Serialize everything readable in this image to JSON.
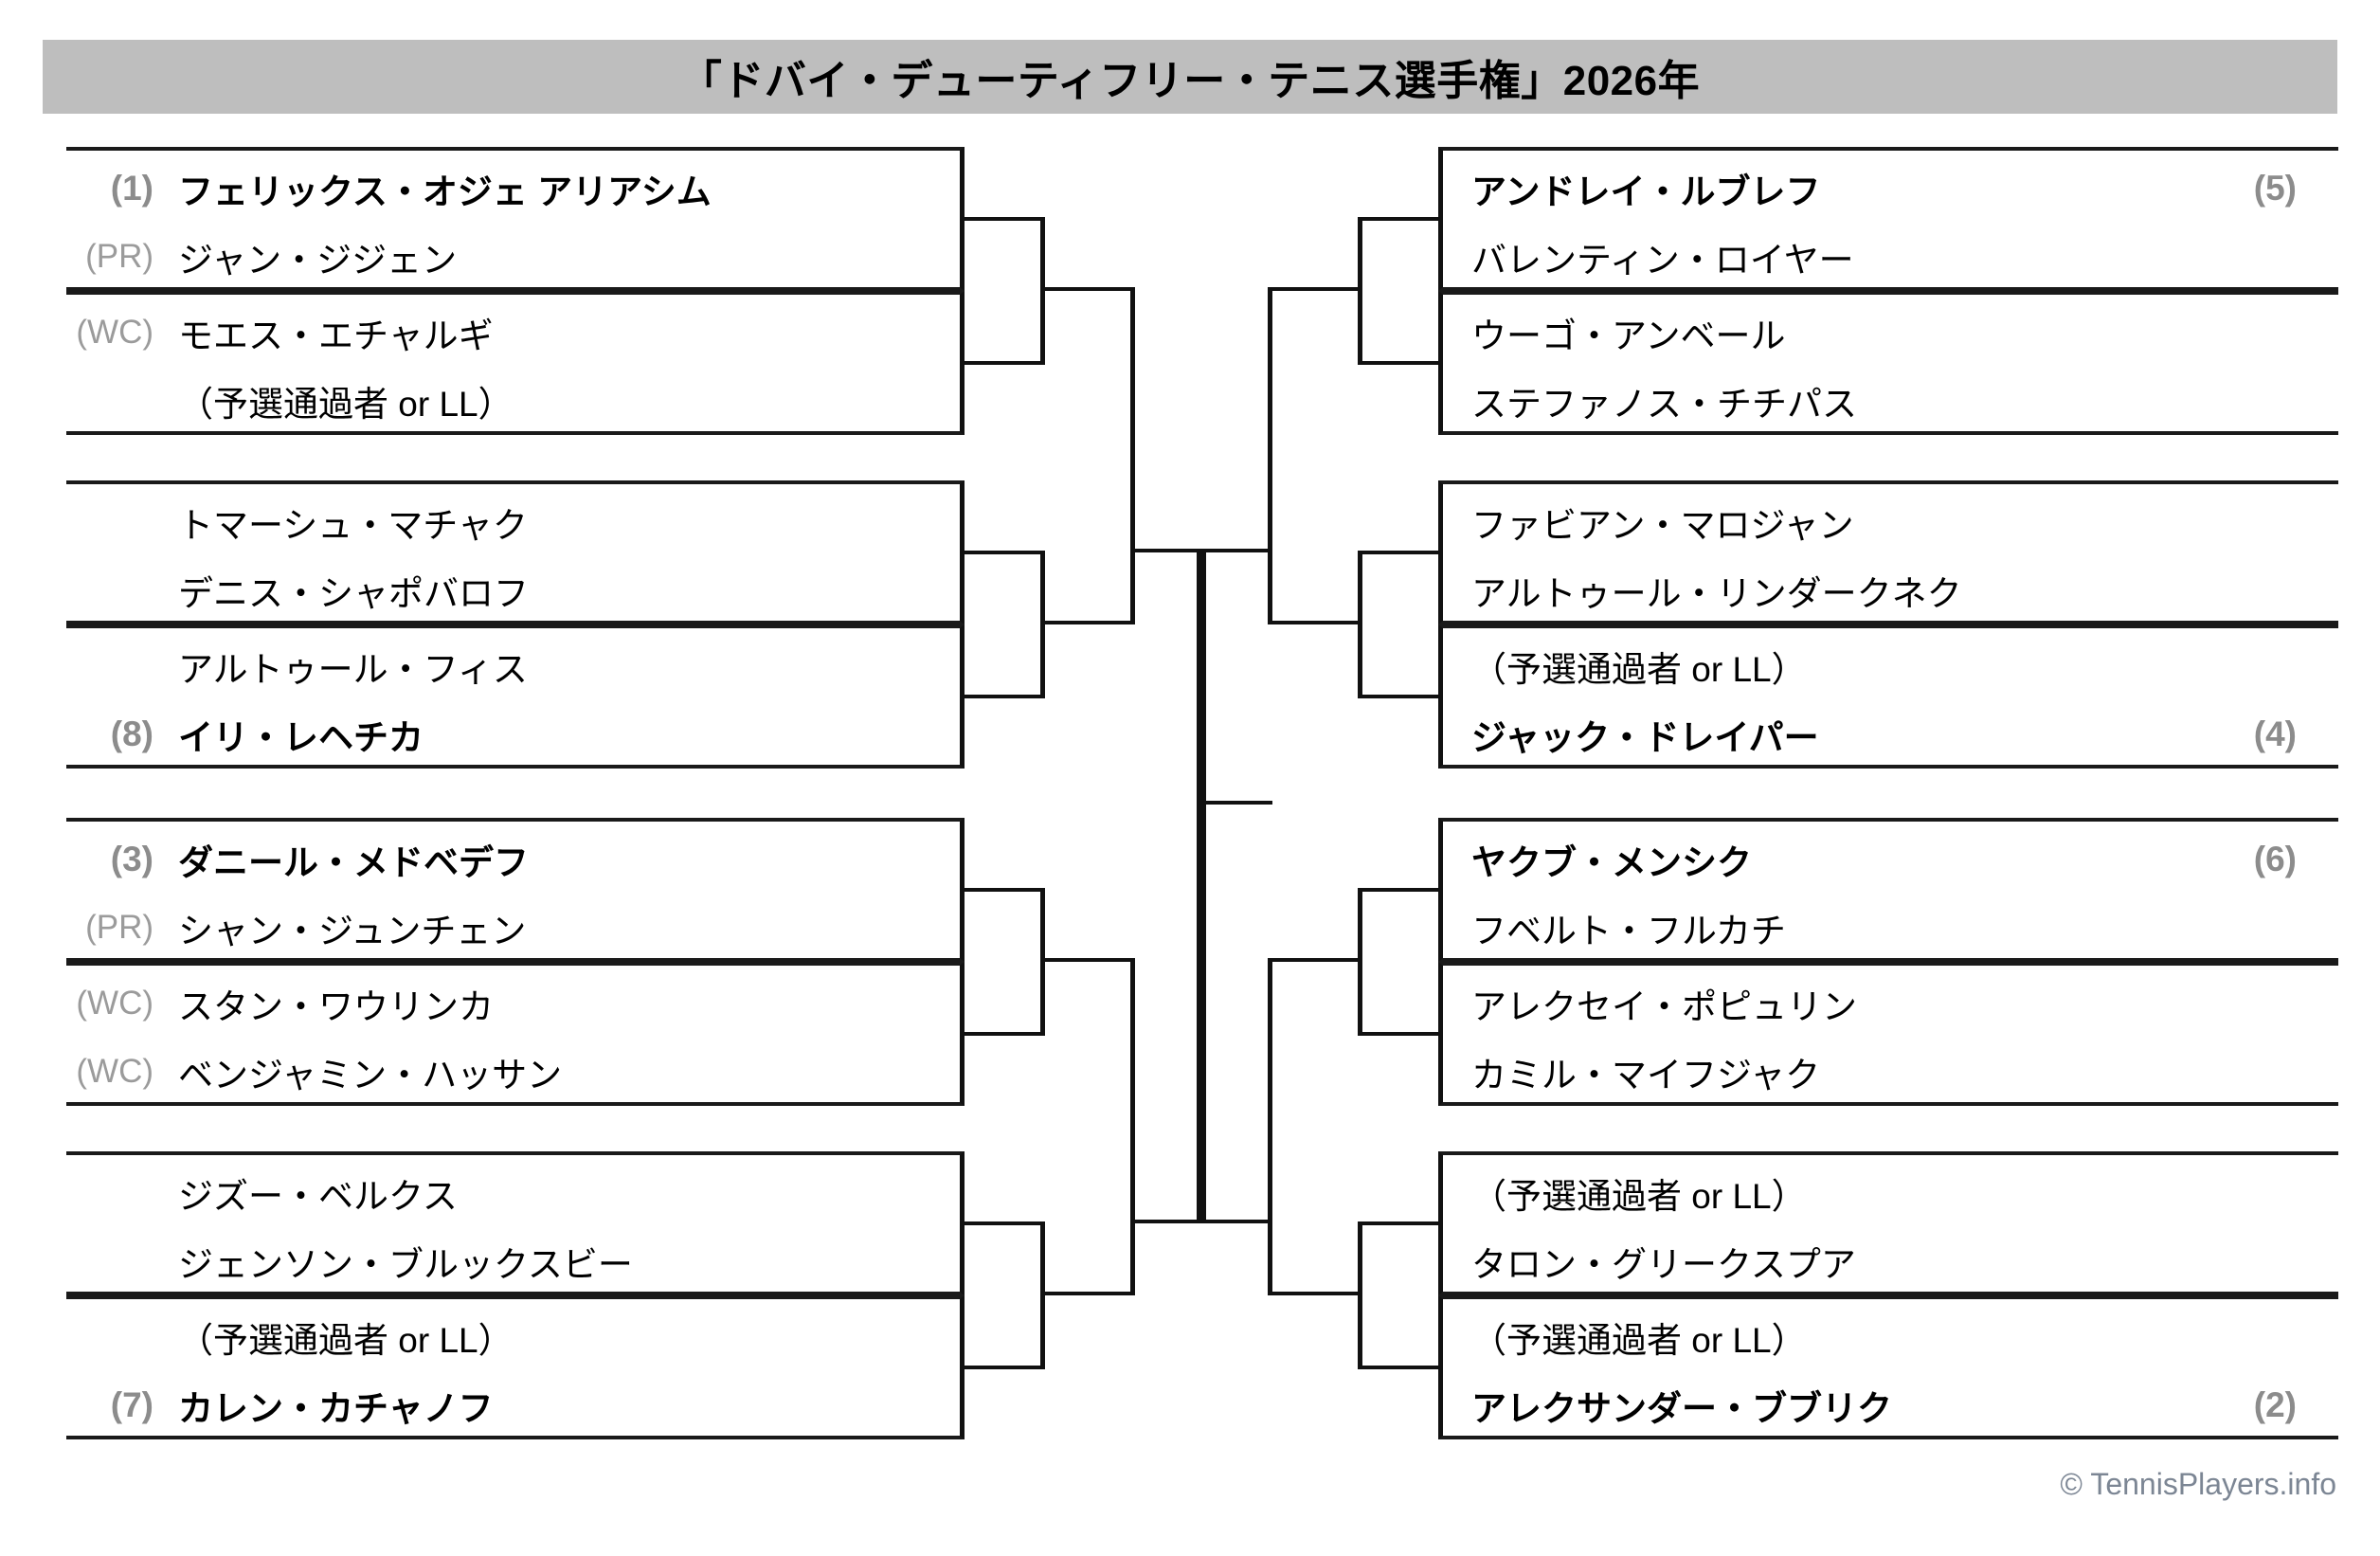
{
  "header": {
    "title": "「ドバイ・デューティフリー・テニス選手権」2026年",
    "bar_color": "#bebebe"
  },
  "footer": {
    "copyright": "© TennisPlayers.info"
  },
  "colors": {
    "line": "#111111",
    "seed_gray": "#8c8c8c",
    "status_gray": "#9b9b9b",
    "footer_gray": "#7c8694"
  },
  "bracket": {
    "left": [
      {
        "match": 1,
        "p1": {
          "seed": "(1)",
          "status": "",
          "name": "フェリックス・オジェ アリアシム",
          "bold": true
        },
        "p2": {
          "seed": "",
          "status": "(PR)",
          "name": "ジャン・ジジェン",
          "bold": false
        }
      },
      {
        "match": 2,
        "p1": {
          "seed": "",
          "status": "(WC)",
          "name": "モエス・エチャルギ",
          "bold": false
        },
        "p2": {
          "seed": "",
          "status": "",
          "name": "（予選通過者 or LL）",
          "bold": false
        }
      },
      {
        "match": 3,
        "p1": {
          "seed": "",
          "status": "",
          "name": "トマーシュ・マチャク",
          "bold": false
        },
        "p2": {
          "seed": "",
          "status": "",
          "name": "デニス・シャポバロフ",
          "bold": false
        }
      },
      {
        "match": 4,
        "p1": {
          "seed": "",
          "status": "",
          "name": "アルトゥール・フィス",
          "bold": false
        },
        "p2": {
          "seed": "(8)",
          "status": "",
          "name": "イリ・レヘチカ",
          "bold": true
        }
      },
      {
        "match": 5,
        "p1": {
          "seed": "(3)",
          "status": "",
          "name": "ダニール・メドベデフ",
          "bold": true
        },
        "p2": {
          "seed": "",
          "status": "(PR)",
          "name": "シャン・ジュンチェン",
          "bold": false
        }
      },
      {
        "match": 6,
        "p1": {
          "seed": "",
          "status": "(WC)",
          "name": "スタン・ワウリンカ",
          "bold": false
        },
        "p2": {
          "seed": "",
          "status": "(WC)",
          "name": "ベンジャミン・ハッサン",
          "bold": false
        }
      },
      {
        "match": 7,
        "p1": {
          "seed": "",
          "status": "",
          "name": "ジズー・ベルクス",
          "bold": false
        },
        "p2": {
          "seed": "",
          "status": "",
          "name": "ジェンソン・ブルックスビー",
          "bold": false
        }
      },
      {
        "match": 8,
        "p1": {
          "seed": "",
          "status": "",
          "name": "（予選通過者 or LL）",
          "bold": false
        },
        "p2": {
          "seed": "(7)",
          "status": "",
          "name": "カレン・カチャノフ",
          "bold": true
        }
      }
    ],
    "right": [
      {
        "match": 1,
        "p1": {
          "name": "アンドレイ・ルブレフ",
          "seed": "(5)",
          "bold": true
        },
        "p2": {
          "name": "バレンティン・ロイヤー",
          "seed": "",
          "bold": false
        }
      },
      {
        "match": 2,
        "p1": {
          "name": "ウーゴ・アンベール",
          "seed": "",
          "bold": false
        },
        "p2": {
          "name": "ステファノス・チチパス",
          "seed": "",
          "bold": false
        }
      },
      {
        "match": 3,
        "p1": {
          "name": "ファビアン・マロジャン",
          "seed": "",
          "bold": false
        },
        "p2": {
          "name": "アルトゥール・リンダークネク",
          "seed": "",
          "bold": false
        }
      },
      {
        "match": 4,
        "p1": {
          "name": "（予選通過者 or LL）",
          "seed": "",
          "bold": false
        },
        "p2": {
          "name": "ジャック・ドレイパー",
          "seed": "(4)",
          "bold": true
        }
      },
      {
        "match": 5,
        "p1": {
          "name": "ヤクブ・メンシク",
          "seed": "(6)",
          "bold": true
        },
        "p2": {
          "name": "フベルト・フルカチ",
          "seed": "",
          "bold": false
        }
      },
      {
        "match": 6,
        "p1": {
          "name": "アレクセイ・ポピュリン",
          "seed": "",
          "bold": false
        },
        "p2": {
          "name": "カミル・マイフジャク",
          "seed": "",
          "bold": false
        }
      },
      {
        "match": 7,
        "p1": {
          "name": "（予選通過者 or LL）",
          "seed": "",
          "bold": false
        },
        "p2": {
          "name": "タロン・グリークスプア",
          "seed": "",
          "bold": false
        }
      },
      {
        "match": 8,
        "p1": {
          "name": "（予選通過者 or LL）",
          "seed": "",
          "bold": false
        },
        "p2": {
          "name": "アレクサンダー・ブブリク",
          "seed": "(2)",
          "bold": true
        }
      }
    ]
  }
}
